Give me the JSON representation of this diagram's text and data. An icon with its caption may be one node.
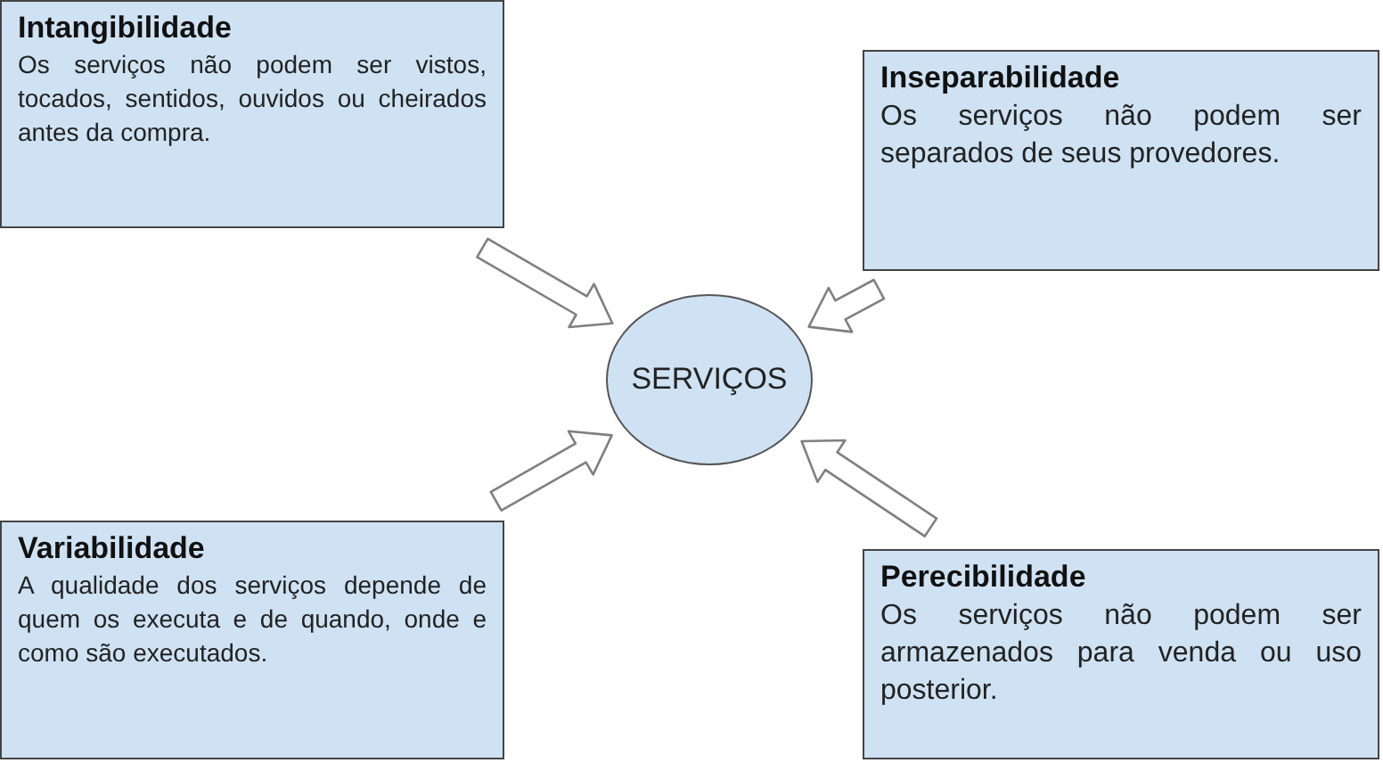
{
  "diagram": {
    "nodes": [
      {
        "text": [
          "Intangibilidade",
          "Os serviços não podem ser vistos, tocados, sentidos, ouvidos ou cheirados antes da compra."
        ]
      },
      {
        "text": [
          "Inseparabilidade",
          "Os serviços não podem ser separados de seus provedores."
        ]
      },
      {
        "text": [
          "SERVIÇOS"
        ]
      },
      {
        "text": [
          "Variabilidade",
          "A qualidade dos serviços depende de quem os executa e de quando, onde e como são executados."
        ]
      },
      {
        "text": [
          "Perecibilidade",
          "Os serviços não podem ser armazenados para venda ou uso posterior."
        ]
      }
    ],
    "edges": [
      {
        "from": 0,
        "to": 2,
        "arrow": "to"
      },
      {
        "from": 1,
        "to": 2,
        "arrow": "to"
      },
      {
        "from": 3,
        "to": 2,
        "arrow": "to"
      },
      {
        "from": 4,
        "to": 2,
        "arrow": "to"
      }
    ]
  }
}
